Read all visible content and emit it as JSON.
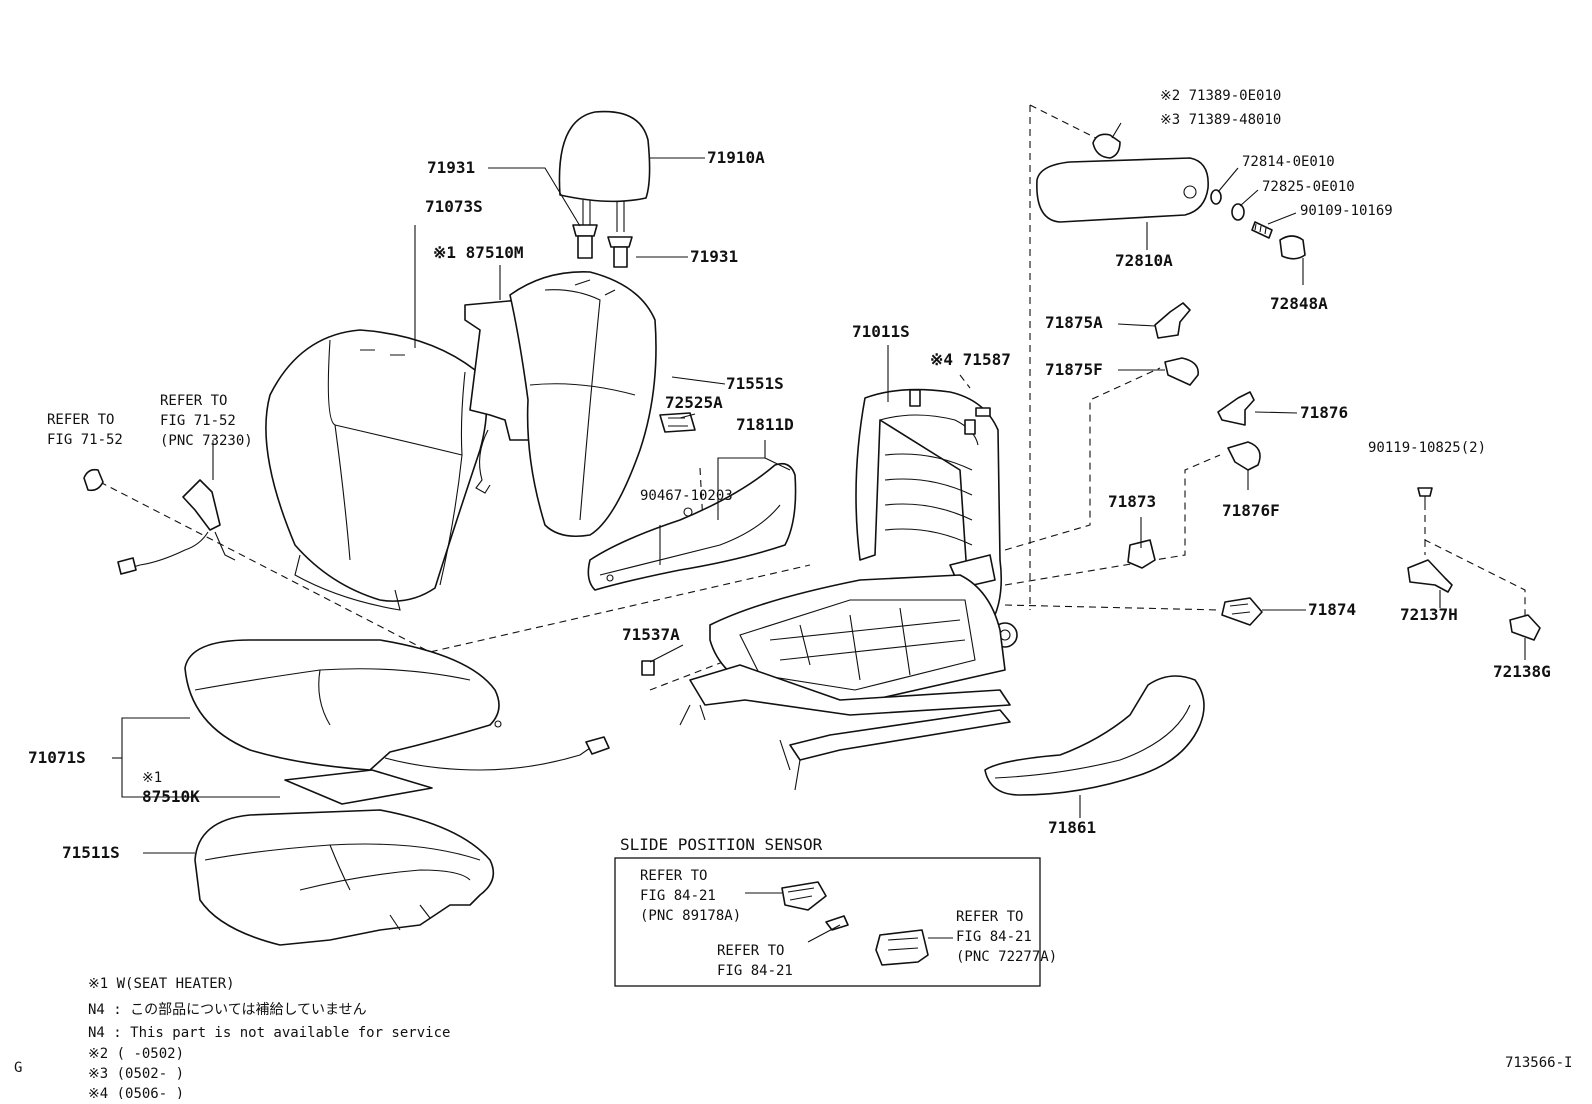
{
  "labels": {
    "p71910A": "71910A",
    "p71931a": "71931",
    "p71931b": "71931",
    "p71073S": "71073S",
    "p87510M": "※1 87510M",
    "p71551S": "71551S",
    "p72525A": "72525A",
    "p71811D": "71811D",
    "p90467": "90467-10203",
    "p71011S": "71011S",
    "p71587": "※4 71587",
    "p71389a": "※2 71389-0E010",
    "p71389b": "※3 71389-48010",
    "p72814": "72814-0E010",
    "p72825": "72825-0E010",
    "p90109": "90109-10169",
    "p72810A": "72810A",
    "p72848A": "72848A",
    "p71875A": "71875A",
    "p71875F": "71875F",
    "p71876": "71876",
    "p71876F": "71876F",
    "p71873": "71873",
    "p90119": "90119-10825(2)",
    "p72137H": "72137H",
    "p72138G": "72138G",
    "p71874": "71874",
    "p71537A": "71537A",
    "p71861": "71861",
    "p71071S": "71071S",
    "p87510K_mark": "※1",
    "p87510K": "87510K",
    "p71511S": "71511S"
  },
  "refs": {
    "left_a": [
      "REFER TO",
      "FIG 71-52"
    ],
    "left_b": [
      "REFER TO",
      "FIG 71-52",
      "(PNC 73230)"
    ],
    "sensor_a": [
      "REFER TO",
      "FIG 84-21",
      "(PNC 89178A)"
    ],
    "sensor_b": [
      "REFER TO",
      "FIG 84-21"
    ],
    "sensor_c": [
      "REFER TO",
      "FIG 84-21",
      "(PNC 72277A)"
    ]
  },
  "sensor_box_title": "SLIDE POSITION SENSOR",
  "notes": [
    "※1  W(SEAT HEATER)",
    "N4 :  この部品については補給していません",
    "N4 :  This part is not available for service",
    "※2 (     -0502)",
    "※3 (0502-     )",
    "※4 (0506-     )"
  ],
  "corner_letter": "G",
  "figure_code": "713566-I"
}
